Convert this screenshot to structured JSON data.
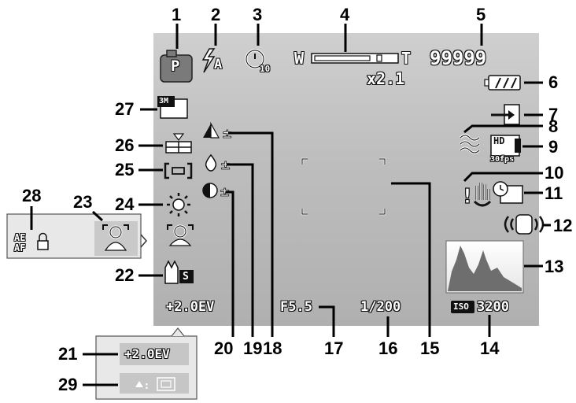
{
  "callouts": [
    "1",
    "2",
    "3",
    "4",
    "5",
    "6",
    "7",
    "8",
    "9",
    "10",
    "11",
    "12",
    "13",
    "14",
    "15",
    "16",
    "17",
    "18",
    "19",
    "20",
    "21",
    "22",
    "23",
    "24",
    "25",
    "26",
    "27",
    "28",
    "29"
  ],
  "screen": {
    "zoom_wide": "W",
    "zoom_tele": "T",
    "shots_remaining": "99999",
    "digital_zoom": "x2.1",
    "mode_letter": "P",
    "flash_mode": "A",
    "self_timer": "10",
    "resolution": "3M",
    "movie_resolution": "HD",
    "frame_rate": "30fps",
    "stabilizer_s": "S",
    "exposure_value": "+2.0EV",
    "aperture": "F5.5",
    "shutter_speed": "1/200",
    "iso_label": "ISO",
    "iso_value": "3200",
    "ae_label": "AE",
    "af_label": "AF"
  },
  "popup_ev": "+2.0EV",
  "colors": {
    "lcd_text": "#ffffff",
    "outline": "#111111",
    "screen_gray": "#bcbcbc"
  },
  "icons": [
    "camera-mode-icon",
    "flash-auto-icon",
    "self-timer-icon",
    "zoom-bar-icon",
    "battery-icon",
    "memory-card-icon",
    "stabilizer-icon",
    "movie-hd-icon",
    "shake-warning-icon",
    "date-stamp-icon",
    "anti-shake-icon",
    "histogram-icon",
    "iso-icon",
    "focus-frame-icon",
    "sharpness-icon",
    "saturation-icon",
    "contrast-icon",
    "face-tracking-icon",
    "white-balance-icon",
    "metering-icon",
    "burst-icon",
    "resolution-icon",
    "ae-af-lock-icon",
    "scene-icon"
  ]
}
